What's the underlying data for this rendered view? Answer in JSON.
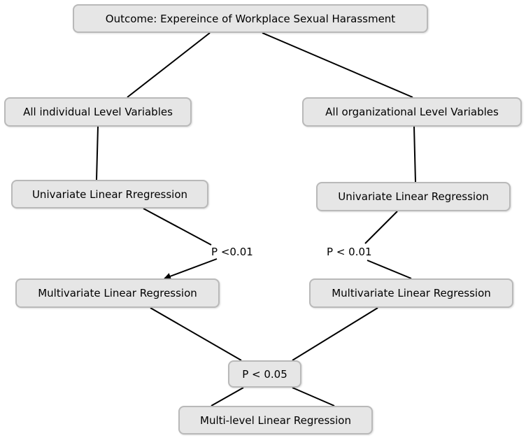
{
  "nodes": {
    "outcome": "Outcome: Expereince of Workplace Sexual Harassment",
    "individual_vars": "All individual Level Variables",
    "organizational_vars": "All organizational Level Variables",
    "univariate_left": "Univariate Linear Rregression",
    "univariate_right": "Univariate Linear Regression",
    "multivariate_left": "Multivariate Linear Regression",
    "multivariate_right": "Multivariate Linear Regression",
    "p_005": "P < 0.05",
    "multilevel": "Multi-level Linear Regression"
  },
  "edge_labels": {
    "left_p": "P <0.01",
    "right_p": "P < 0.01"
  }
}
